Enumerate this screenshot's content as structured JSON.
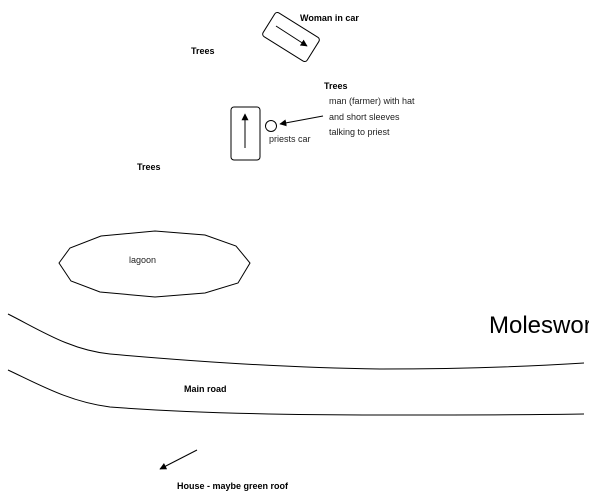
{
  "labels": {
    "woman_in_car": "Woman in car",
    "trees_top": "Trees",
    "trees_right": "Trees",
    "trees_left": "Trees",
    "farmer_line1": "man (farmer) with hat",
    "farmer_line2": "and short sleeves",
    "farmer_line3": "talking to priest",
    "priests_car": "priests car",
    "lagoon": "lagoon",
    "place_name": "Molesworth",
    "main_road": "Main road",
    "house": "House - maybe green roof"
  },
  "colors": {
    "ink": "#000000",
    "background": "#ffffff"
  }
}
